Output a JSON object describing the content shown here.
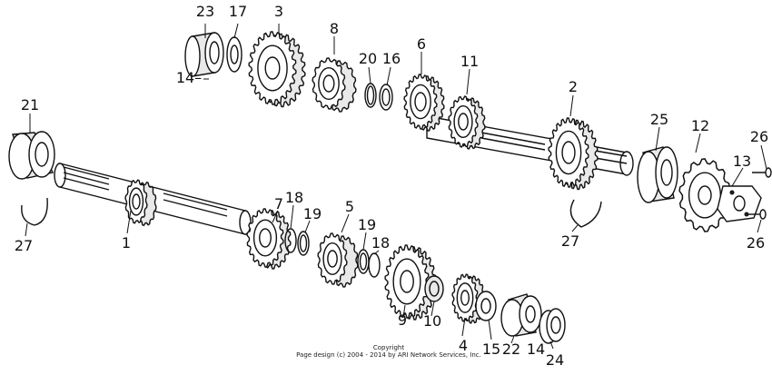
{
  "diagram": {
    "callouts": {
      "p1": "1",
      "p2": "2",
      "p3": "3",
      "p4": "4",
      "p5": "5",
      "p6": "6",
      "p7": "7",
      "p8": "8",
      "p9": "9",
      "p10": "10",
      "p11": "11",
      "p12": "12",
      "p13": "13",
      "p14a": "14–",
      "p14b": "14",
      "p15": "15",
      "p16": "16",
      "p17": "17",
      "p18a": "18",
      "p18b": "18",
      "p19a": "19",
      "p19b": "19",
      "p20": "20",
      "p21": "21",
      "p22": "22",
      "p23": "23",
      "p24": "24",
      "p25": "25",
      "p26a": "26",
      "p26b": "26",
      "p27a": "27",
      "p27b": "27"
    },
    "copyright_line1": "Copyright",
    "copyright_line2": "Page design (c) 2004 - 2014 by ARI Network Services, Inc."
  }
}
